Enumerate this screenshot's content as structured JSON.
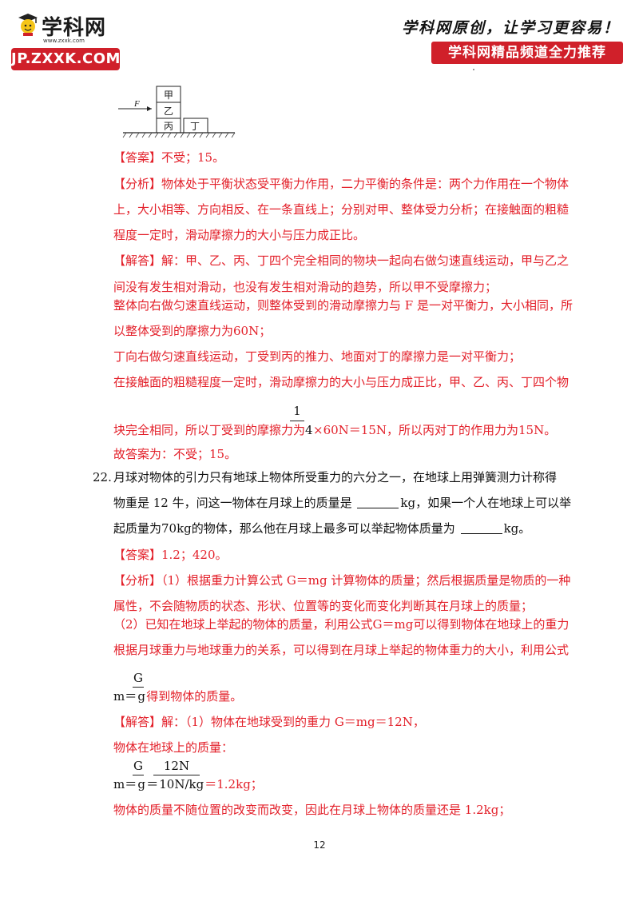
{
  "header": {
    "logo_title": "学科网",
    "logo_url": "www.zxxk.com",
    "logo_badge": "JP.ZXXK.COM",
    "slogan": "学科网原创，让学习更容易！",
    "channel_badge": "学科网精品频道全力推荐"
  },
  "diagram": {
    "force_label": "F",
    "blocks": [
      "甲",
      "乙",
      "丙",
      "丁"
    ]
  },
  "q21": {
    "answer": "【答案】不受；15。",
    "analysis": [
      "【分析】物体处于平衡状态受平衡力作用，二力平衡的条件是：两个力作用在一个物体",
      "上，大小相等、方向相反、在一条直线上；分别对甲、整体受力分析；在接触面的粗糙",
      "程度一定时，滑动摩擦力的大小与压力成正比。"
    ],
    "solution": [
      "【解答】解：甲、乙、丙、丁四个完全相同的物块一起向右做匀速直线运动，甲与乙之",
      "间没有发生相对滑动，也没有发生相对滑动的趋势，所以甲不受摩擦力；",
      "整体向右做匀速直线运动，则整体受到的滑动摩擦力与 F 是一对平衡力，大小相同，所",
      "以整体受到的摩擦力为60N；",
      "丁向右做匀速直线运动，丁受到丙的推力、地面对丁的摩擦力是一对平衡力；",
      "在接触面的粗糙程度一定时，滑动摩擦力的大小与压力成正比，甲、乙、丙、丁四个物"
    ],
    "frac_num": "1",
    "frac_den": "4",
    "solution_tail_pre": "块完全相同，所以丁受到的摩擦力为",
    "solution_tail_post": "×60N＝15N，所以丙对丁的作用力为15N。",
    "final": "故答案为：不受；15。"
  },
  "q22": {
    "number": "22.",
    "stem_1": "月球对物体的引力只有地球上物体所受重力的六分之一，在地球上用弹簧测力计称得",
    "stem_2a": "物重是 12 牛，问这一物体在月球上的质量是 ",
    "stem_2b": "kg，如果一个人在地球上可以举",
    "stem_3a": "起质量为70kg的物体，那么他在月球上最多可以举起物体质量为 ",
    "stem_3b": "kg。",
    "answer": "【答案】1.2；420。",
    "analysis": [
      "【分析】（1）根据重力计算公式 G＝mg 计算物体的质量；然后根据质量是物质的一种",
      "属性，不会随物质的状态、形状、位置等的变化而变化判断其在月球上的质量；",
      "（2）已知在地球上举起的物体的质量，利用公式G＝mg可以得到物体在地球上的重力",
      "根据月球重力与地球重力的关系，可以得到在月球上举起的物体重力的大小，利用公式"
    ],
    "formula1_lhs": "m＝",
    "formula1_num": "G",
    "formula1_den": "g",
    "formula1_tail": "得到物体的质量。",
    "solution_1": "【解答】解：（1）物体在地球受到的重力 G＝mg＝12N，",
    "solution_2": "物体在地球上的质量：",
    "formula2_lhs": "m＝",
    "formula2_num1": "G",
    "formula2_den1": "g",
    "formula2_eq": "＝",
    "formula2_num2": "12N",
    "formula2_den2": "10N/kg",
    "formula2_tail": "＝1.2kg；",
    "solution_3": "物体的质量不随位置的改变而改变，因此在月球上物体的质量还是 1.2kg；"
  },
  "page_number": "12"
}
